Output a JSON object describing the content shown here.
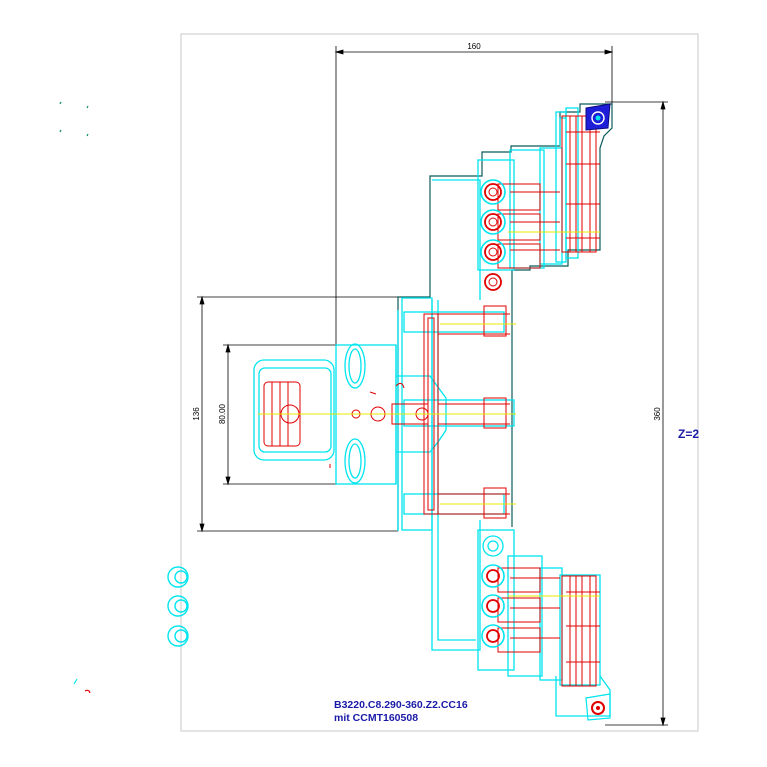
{
  "drawing": {
    "dimensions": {
      "width_top": "160",
      "height_right": "360",
      "height_outer": "136",
      "height_inner": "80.00"
    },
    "teeth_label": "Z=2",
    "designation": "B3220.C8.290-360.Z2.CC16",
    "insert": "mit CCMT160508"
  },
  "colors": {
    "outline": "#00e5ee",
    "detail": "#e00000",
    "dimension": "#000000",
    "contour": "#0a5a5a",
    "label": "#1a1aa8",
    "axis": "#e8e800"
  }
}
